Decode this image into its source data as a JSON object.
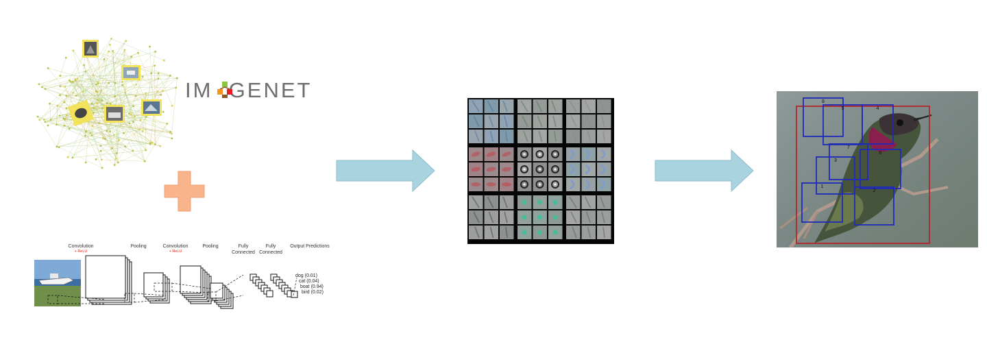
{
  "imagenet": {
    "logo_text": "IMAGENET",
    "logo_colors": [
      "#8cc63f",
      "#f7941d",
      "#ed1c24",
      "#8b5a2b"
    ]
  },
  "plus": {
    "color": "#f9b48b"
  },
  "cnn": {
    "stages": [
      {
        "label_line1": "Convolution",
        "label_line2": "+ ReLU"
      },
      {
        "label_line1": "Pooling",
        "label_line2": ""
      },
      {
        "label_line1": "Convolution",
        "label_line2": "+ ReLU"
      },
      {
        "label_line1": "Pooling",
        "label_line2": ""
      },
      {
        "label_line1": "Fully",
        "label_line2": "Connected"
      },
      {
        "label_line1": "Fully",
        "label_line2": "Connected"
      },
      {
        "label_line1": "Output Predictions",
        "label_line2": ""
      }
    ],
    "predictions": [
      "dog (0.01)",
      "cat (0.04)",
      "boat (0.94)",
      "bird (0.02)"
    ]
  },
  "arrows": {
    "fill": "#a9d3de",
    "stroke": "#8bbccb"
  },
  "detection": {
    "box_labels": [
      "8",
      "5",
      "4",
      "7",
      "3",
      "6",
      "1",
      "2"
    ],
    "box_color": "#1f2ab8",
    "outer_box_color": "#b3262b"
  }
}
